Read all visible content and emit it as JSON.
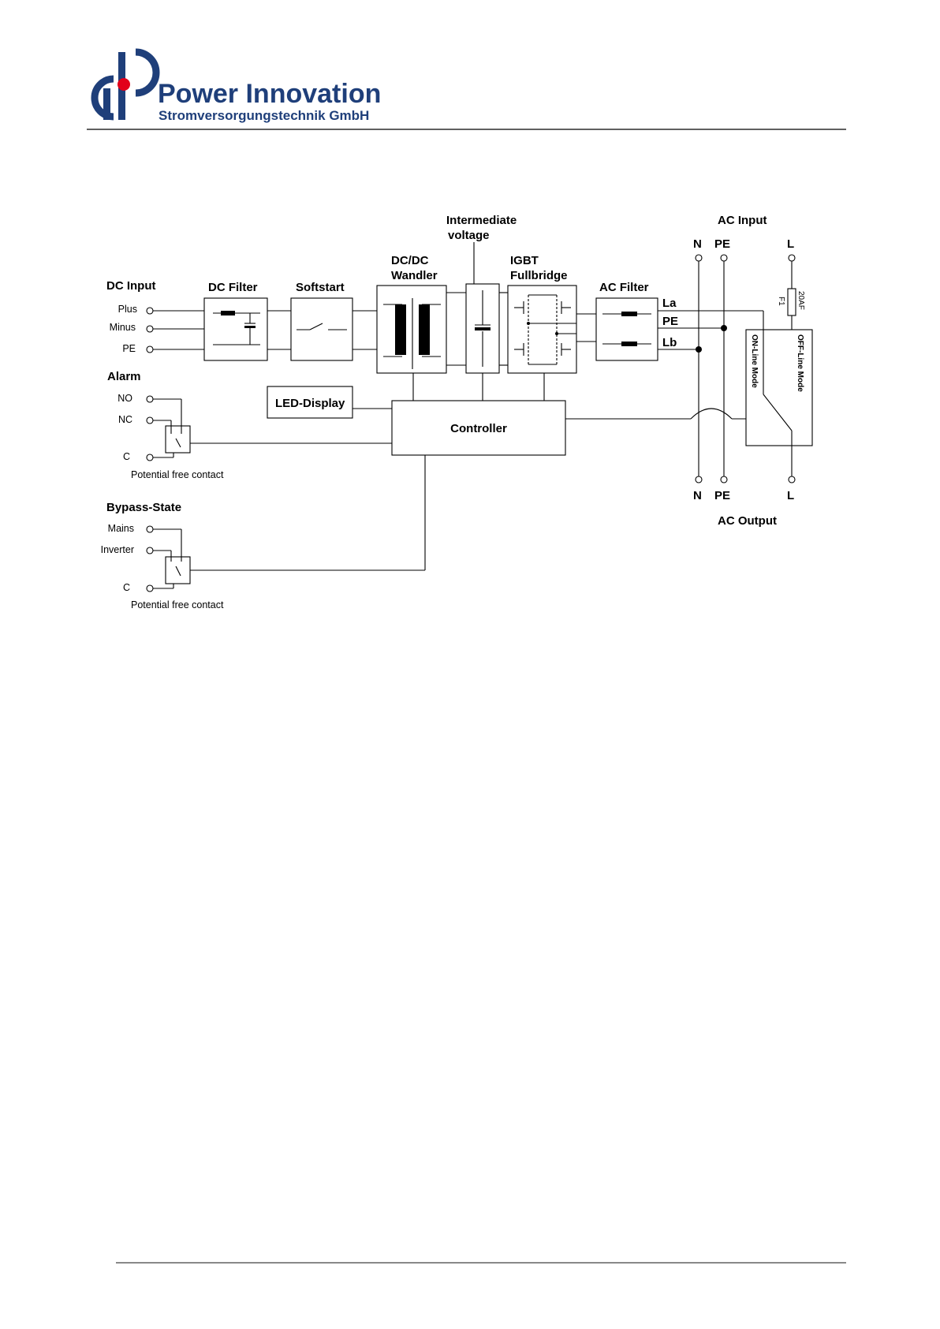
{
  "header": {
    "company_name": "Power Innovation",
    "company_subtitle": "Stromversorgungstechnik GmbH",
    "logo_colors": {
      "primary": "#1f3f7a",
      "accent": "#e2001a"
    }
  },
  "diagram": {
    "dc_input": {
      "title": "DC Input",
      "terminals": [
        "Plus",
        "Minus",
        "PE"
      ]
    },
    "blocks": {
      "dc_filter": "DC Filter",
      "softstart": "Softstart",
      "dcdc_line1": "DC/DC",
      "dcdc_line2": "Wandler",
      "intermediate_line1": "Intermediate",
      "intermediate_line2": "voltage",
      "igbt_line1": "IGBT",
      "igbt_line2": "Fullbridge",
      "ac_filter": "AC Filter",
      "led_display": "LED-Display",
      "controller": "Controller"
    },
    "outputs": {
      "la": "La",
      "pe": "PE",
      "lb": "Lb"
    },
    "ac_input": {
      "title": "AC Input",
      "n": "N",
      "pe": "PE",
      "l": "L"
    },
    "ac_output": {
      "title": "AC Output",
      "n": "N",
      "pe": "PE",
      "l": "L"
    },
    "fuse": {
      "rating": "20AF",
      "ref": "F1"
    },
    "modes": {
      "online": "ON-Line Mode",
      "offline": "OFF-Line Mode"
    },
    "alarm": {
      "title": "Alarm",
      "no": "NO",
      "nc": "NC",
      "c": "C",
      "note": "Potential free contact"
    },
    "bypass": {
      "title": "Bypass-State",
      "mains": "Mains",
      "inverter": "Inverter",
      "c": "C",
      "note": "Potential free contact"
    }
  },
  "footer": {}
}
